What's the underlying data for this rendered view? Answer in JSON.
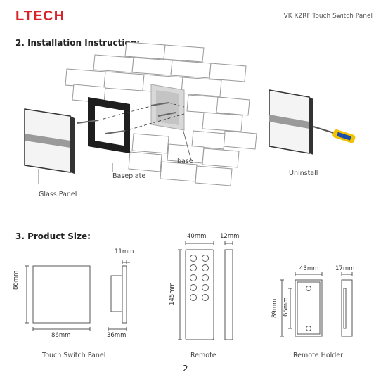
{
  "header": {
    "brand": "LTECH",
    "product_title": "VK K2RF Touch Switch Panel"
  },
  "section2": {
    "title": "2. Installation Instruction:",
    "labels": {
      "base": "base",
      "baseplate": "Baseplate",
      "glass_panel": "Glass Panel",
      "uninstall": "Uninstall"
    }
  },
  "section3": {
    "title": "3. Product Size:",
    "panel": {
      "caption": "Touch Switch Panel",
      "width": "86mm",
      "height": "86mm",
      "depth": "36mm",
      "thickness": "11mm"
    },
    "remote": {
      "caption": "Remote",
      "width": "40mm",
      "height": "145mm",
      "thickness": "12mm"
    },
    "holder": {
      "caption": "Remote Holder",
      "width": "43mm",
      "depth": "17mm",
      "height": "89mm",
      "inner_height": "65mm"
    }
  },
  "footer": {
    "page_number": "2"
  },
  "colors": {
    "brand": "#d8232a",
    "line": "#555555",
    "panel_edge": "#333333"
  }
}
